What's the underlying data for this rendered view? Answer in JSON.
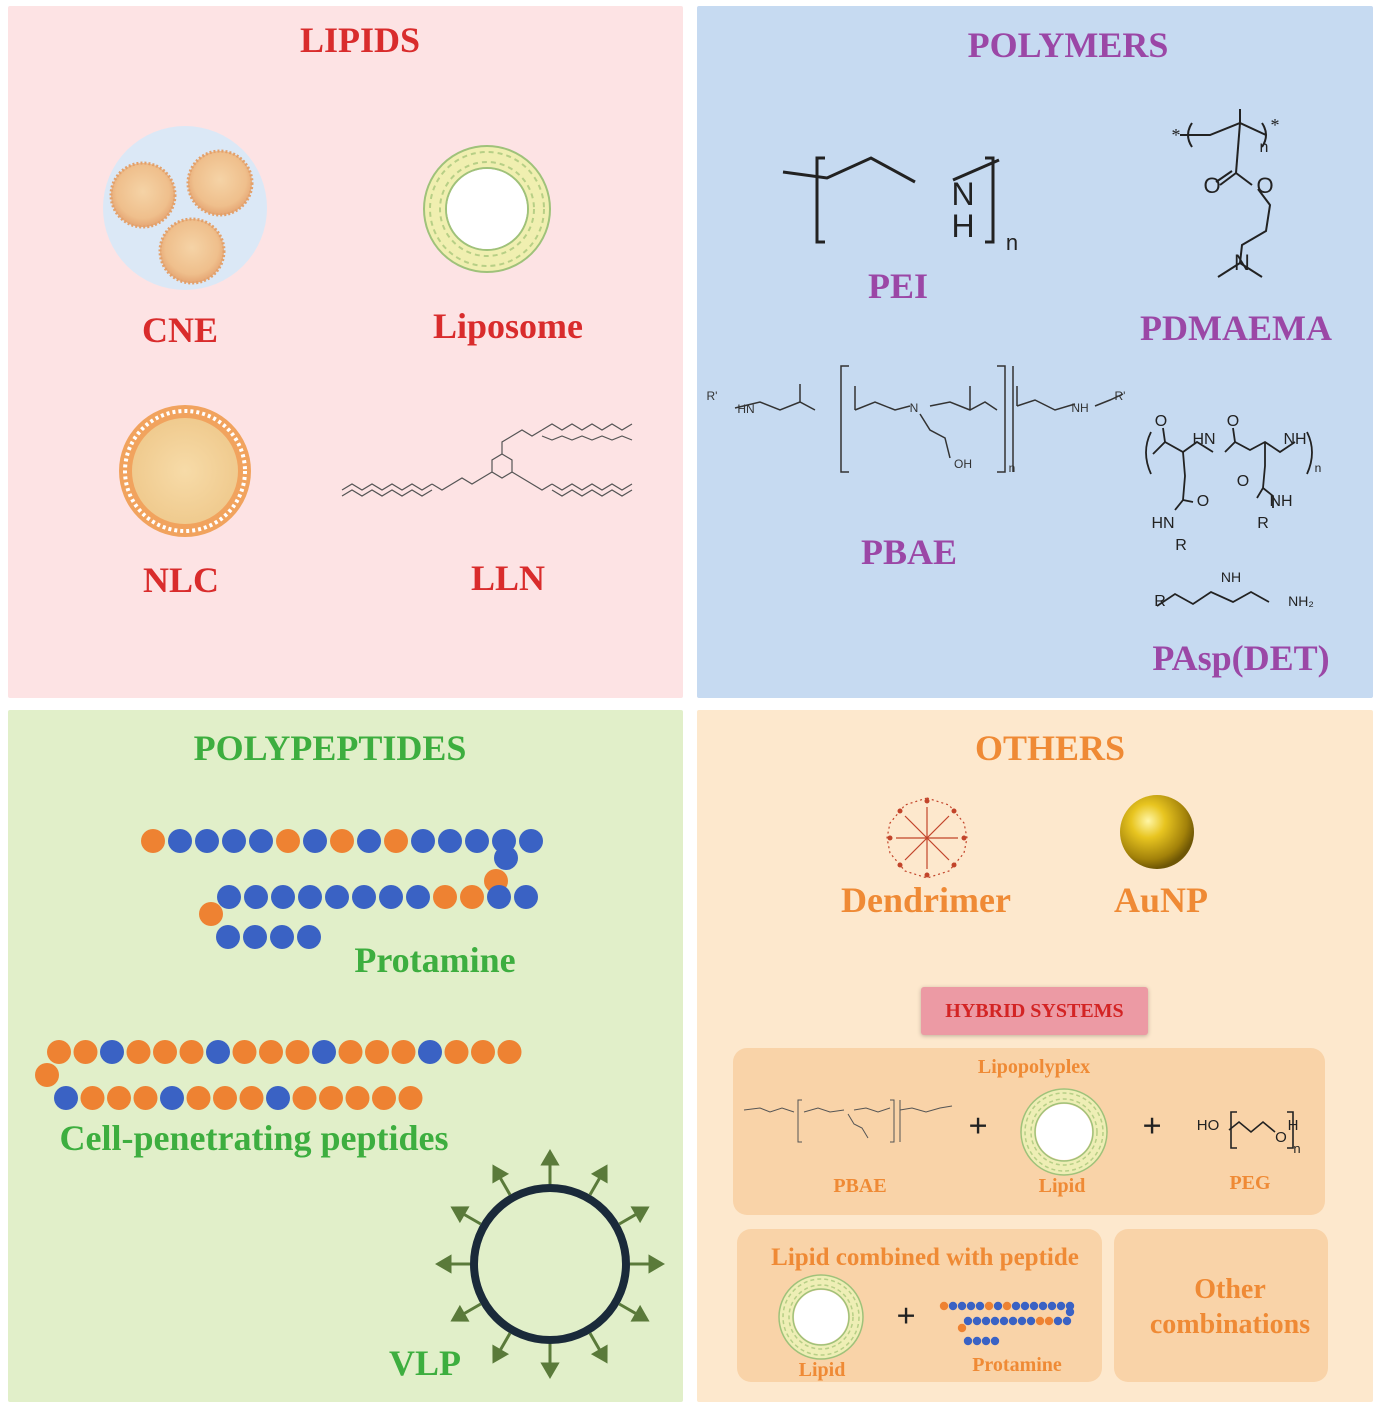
{
  "colors": {
    "lipids_bg": "#fde3e4",
    "polymers_bg": "#c6daf1",
    "polypeptides_bg": "#e1efc9",
    "others_bg": "#fde8cd",
    "lipids_text": "#d92c2c",
    "polymers_text": "#9b47a6",
    "polypeptides_text": "#3dae3f",
    "others_text": "#ef8a35",
    "bead_blue": "#3a62c4",
    "bead_orange": "#ee8232"
  },
  "lipids": {
    "title": "LIPIDS",
    "cne": "CNE",
    "liposome": "Liposome",
    "nlc": "NLC",
    "lln": "LLN"
  },
  "polymers": {
    "title": "POLYMERS",
    "pei": "PEI",
    "pdmaema": "PDMAEMA",
    "pbae": "PBAE",
    "pasp": "PAsp(DET)",
    "atoms": {
      "n": "N",
      "h": "H",
      "sub_n": "n",
      "o": "O",
      "hn": "HN",
      "nh": "NH",
      "r": "R",
      "r_prime": "R'",
      "oh": "OH",
      "nh2": "NH₂",
      "star": "*"
    }
  },
  "polypeptides": {
    "title": "POLYPEPTIDES",
    "protamine": "Protamine",
    "cpp": "Cell-penetrating peptides",
    "vlp": "VLP"
  },
  "others": {
    "title": "OTHERS",
    "dendrimer": "Dendrimer",
    "aunp": "AuNP",
    "hybrid": "HYBRID SYSTEMS",
    "lipopolyplex": "Lipopolyplex",
    "pbae": "PBAE",
    "lipid": "Lipid",
    "peg": "PEG",
    "plus": "+",
    "lipid_peptide": "Lipid combined with peptide",
    "lipid2": "Lipid",
    "protamine2": "Protamine",
    "other_comb_1": "Other",
    "other_comb_2": "combinations",
    "peg_atoms": {
      "ho": "HO",
      "o": "O",
      "h": "H",
      "n": "n"
    }
  }
}
